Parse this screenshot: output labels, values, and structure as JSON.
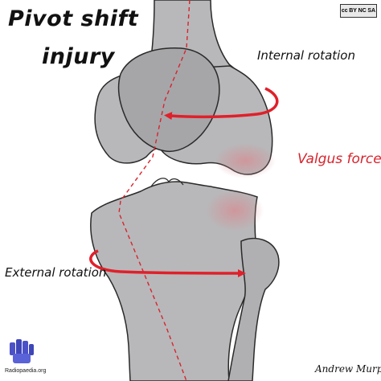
{
  "colors": {
    "bone": "#b8b8ba",
    "bone_shadow": "#9c9c9f",
    "bone_outline": "#2a2a2a",
    "arrow": "#e0202a",
    "valgus_text": "#d9232d",
    "pink_tint": "#d9a3a6",
    "logo": "#4b52c8"
  },
  "title": {
    "line1": "Pivot shift",
    "line2": "injury"
  },
  "labels": {
    "internal_rotation": "Internal rotation",
    "valgus_force": "Valgus force",
    "external_rotation": "External rotation"
  },
  "license_badge": {
    "cc": "cc",
    "by": "BY",
    "nc": "NC",
    "sa": "SA"
  },
  "branding": {
    "logo_icon": "radiopaedia-fist-icon",
    "site_name": "Radiopaedia.org"
  },
  "signature": "Andrew Murphy"
}
